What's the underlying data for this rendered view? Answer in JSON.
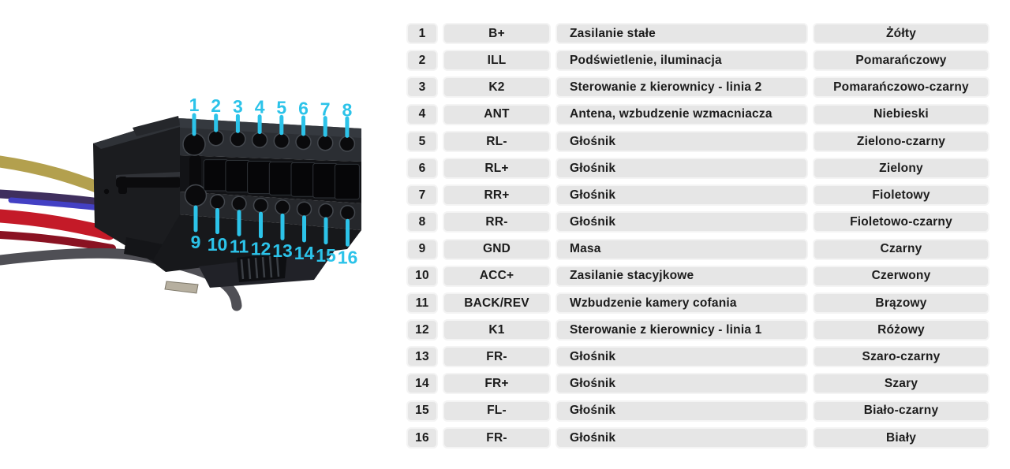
{
  "connector": {
    "accent_color": "#2cc3e9",
    "top_pin_labels": [
      "1",
      "2",
      "3",
      "4",
      "5",
      "6",
      "7",
      "8"
    ],
    "bottom_pin_labels": [
      "9",
      "10",
      "11",
      "12",
      "13",
      "14",
      "15",
      "16"
    ],
    "wire_colors": [
      "#b3a04e",
      "#3f2f5e",
      "#4340c4",
      "#c41a28",
      "#8a1222",
      "#4f4f55"
    ]
  },
  "table": {
    "rows": [
      {
        "pin": "1",
        "signal": "B+",
        "description": "Zasilanie stałe",
        "color": "Żółty"
      },
      {
        "pin": "2",
        "signal": "ILL",
        "description": "Podświetlenie, iluminacja",
        "color": "Pomarańczowy"
      },
      {
        "pin": "3",
        "signal": "K2",
        "description": "Sterowanie z kierownicy - linia 2",
        "color": "Pomarańczowo-czarny"
      },
      {
        "pin": "4",
        "signal": "ANT",
        "description": "Antena, wzbudzenie wzmacniacza",
        "color": "Niebieski"
      },
      {
        "pin": "5",
        "signal": "RL-",
        "description": "Głośnik",
        "color": "Zielono-czarny"
      },
      {
        "pin": "6",
        "signal": "RL+",
        "description": "Głośnik",
        "color": "Zielony"
      },
      {
        "pin": "7",
        "signal": "RR+",
        "description": "Głośnik",
        "color": "Fioletowy"
      },
      {
        "pin": "8",
        "signal": "RR-",
        "description": "Głośnik",
        "color": "Fioletowo-czarny"
      },
      {
        "pin": "9",
        "signal": "GND",
        "description": "Masa",
        "color": "Czarny"
      },
      {
        "pin": "10",
        "signal": "ACC+",
        "description": "Zasilanie stacyjkowe",
        "color": "Czerwony"
      },
      {
        "pin": "11",
        "signal": "BACK/REV",
        "description": "Wzbudzenie kamery cofania",
        "color": "Brązowy"
      },
      {
        "pin": "12",
        "signal": "K1",
        "description": "Sterowanie z kierownicy - linia 1",
        "color": "Różowy"
      },
      {
        "pin": "13",
        "signal": "FR-",
        "description": "Głośnik",
        "color": "Szaro-czarny"
      },
      {
        "pin": "14",
        "signal": "FR+",
        "description": "Głośnik",
        "color": "Szary"
      },
      {
        "pin": "15",
        "signal": "FL-",
        "description": "Głośnik",
        "color": "Biało-czarny"
      },
      {
        "pin": "16",
        "signal": "FR-",
        "description": "Głośnik",
        "color": "Biały"
      }
    ]
  }
}
